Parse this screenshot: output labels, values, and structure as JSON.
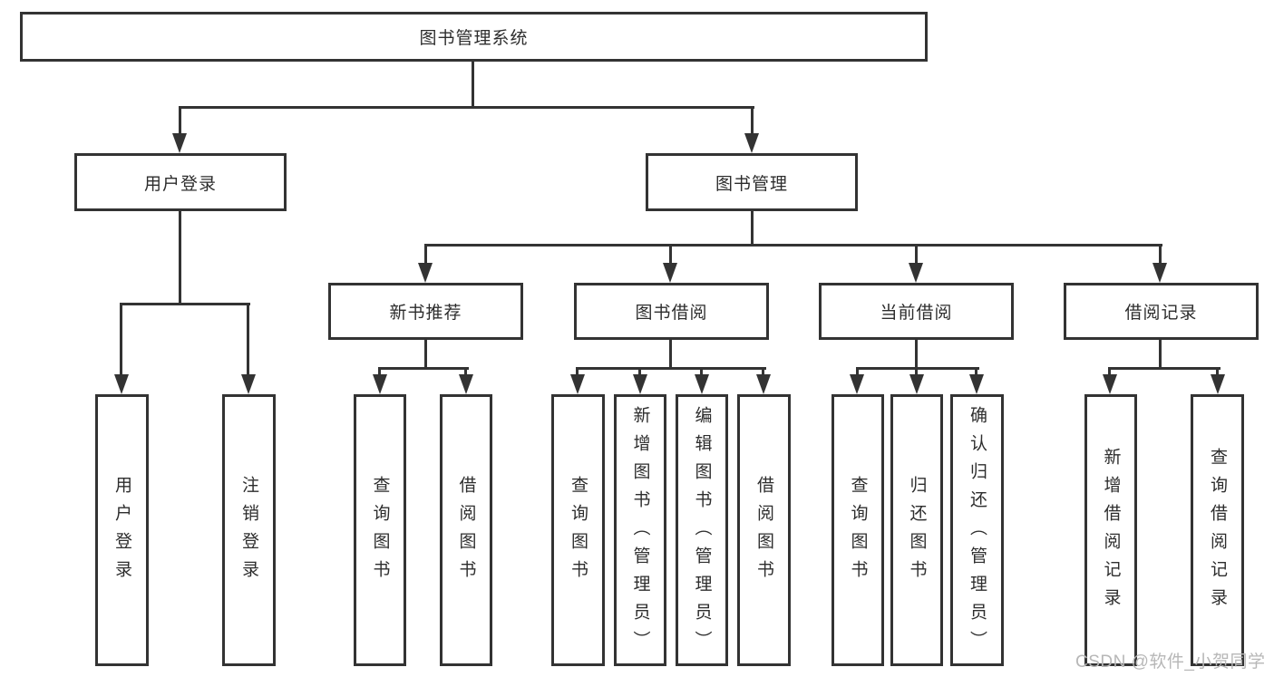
{
  "diagram": {
    "root": {
      "label": "图书管理系统"
    },
    "level1": [
      {
        "label": "用户登录"
      },
      {
        "label": "图书管理"
      }
    ],
    "level2": [
      {
        "label": "新书推荐"
      },
      {
        "label": "图书借阅"
      },
      {
        "label": "当前借阅"
      },
      {
        "label": "借阅记录"
      }
    ],
    "leaves": [
      {
        "label": "用户登录"
      },
      {
        "label": "注销登录"
      },
      {
        "label": "查询图书"
      },
      {
        "label": "借阅图书"
      },
      {
        "label": "查询图书"
      },
      {
        "label": "新增图书（管理员）"
      },
      {
        "label": "编辑图书（管理员）"
      },
      {
        "label": "借阅图书"
      },
      {
        "label": "查询图书"
      },
      {
        "label": "归还图书"
      },
      {
        "label": "确认归还（管理员）"
      },
      {
        "label": "新增借阅记录"
      },
      {
        "label": "查询借阅记录"
      }
    ],
    "watermark": "CSDN @软件_小贺同学",
    "colors": {
      "line": "#333333",
      "box_border": "#333333",
      "text": "#2d2d2d",
      "watermark": "#b7b7b7",
      "background": "#ffffff"
    }
  }
}
